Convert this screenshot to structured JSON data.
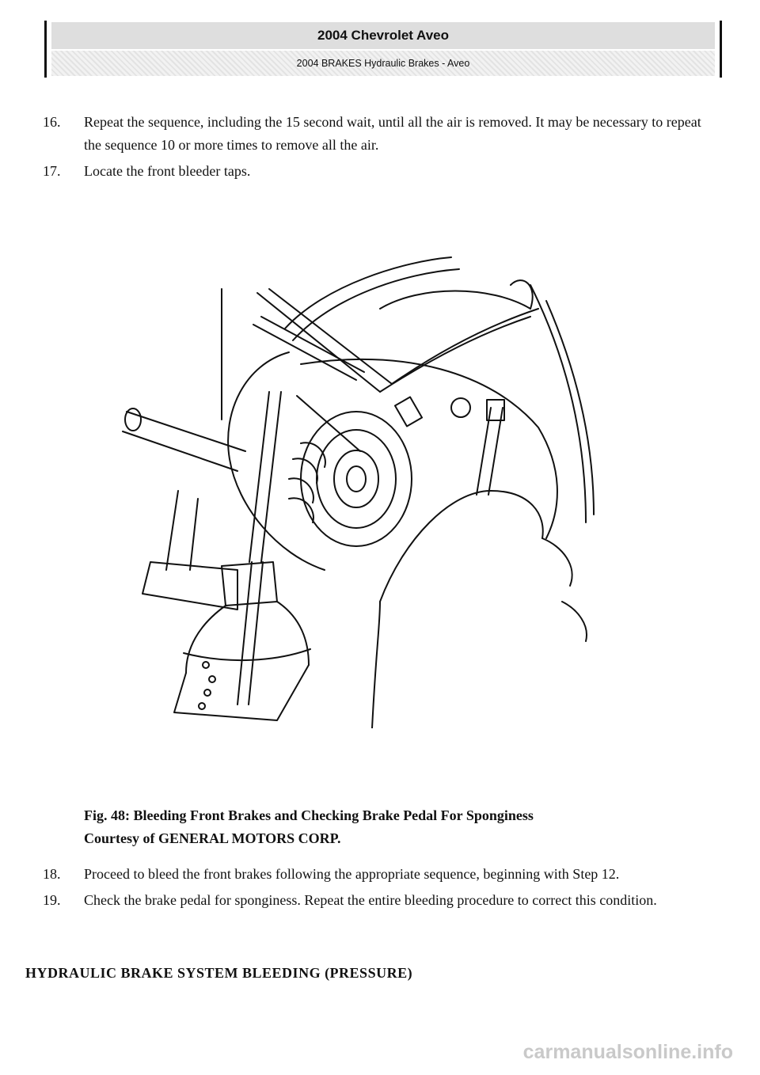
{
  "header": {
    "title": "2004 Chevrolet Aveo",
    "subtitle": "2004 BRAKES Hydraulic Brakes - Aveo"
  },
  "steps_before": [
    {
      "num": "16.",
      "text": "Repeat the sequence, including the 15 second wait, until all the air is removed. It may be necessary to repeat the sequence 10 or more times to remove all the air."
    },
    {
      "num": "17.",
      "text": "Locate the front bleeder taps."
    }
  ],
  "figure": {
    "caption_label": "Fig. 48: Bleeding Front Brakes and Checking Brake Pedal For Sponginess",
    "credit_label": "Courtesy of GENERAL MOTORS CORP."
  },
  "steps_after": [
    {
      "num": "18.",
      "text": "Proceed to bleed the front brakes following the appropriate sequence, beginning with Step 12."
    },
    {
      "num": "19.",
      "text": "Check the brake pedal for sponginess. Repeat the entire bleeding procedure to correct this condition."
    }
  ],
  "section_heading": "HYDRAULIC BRAKE SYSTEM BLEEDING (PRESSURE)",
  "watermark": "carmanualsonline.info"
}
